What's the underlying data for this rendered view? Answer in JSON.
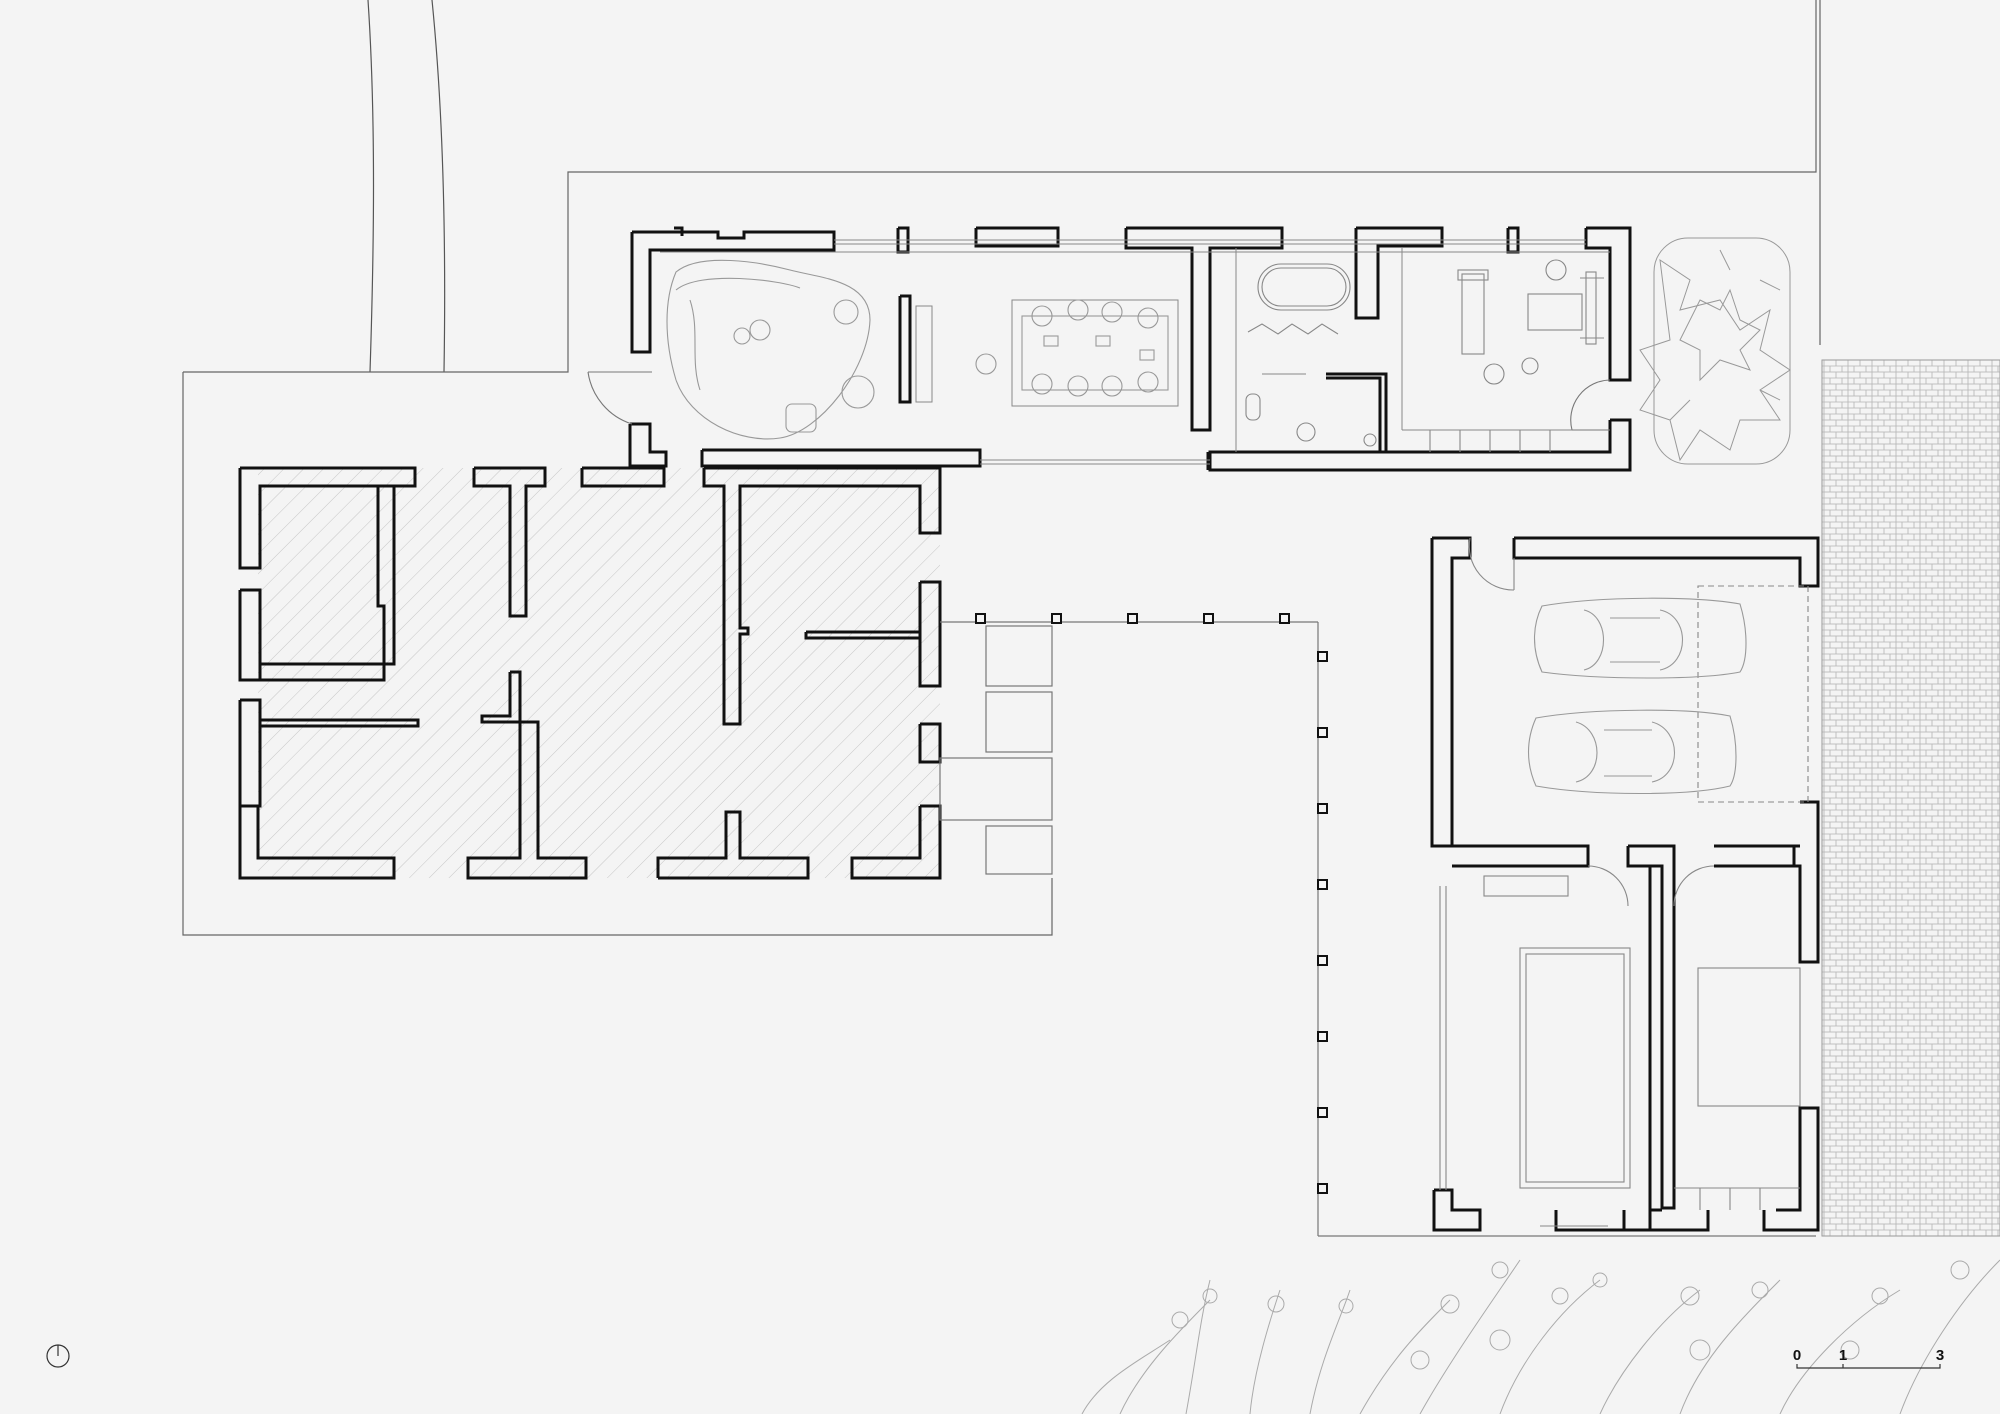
{
  "drawing": {
    "type": "architectural floor plan",
    "north_symbol": "north-arrow",
    "wall_color": "#111111",
    "line_color": "#777777",
    "hatch_color": "#bdbdbd",
    "paving_color": "#9a9a9a"
  },
  "scale_bar": {
    "labels": [
      "0",
      "1",
      "3"
    ]
  }
}
